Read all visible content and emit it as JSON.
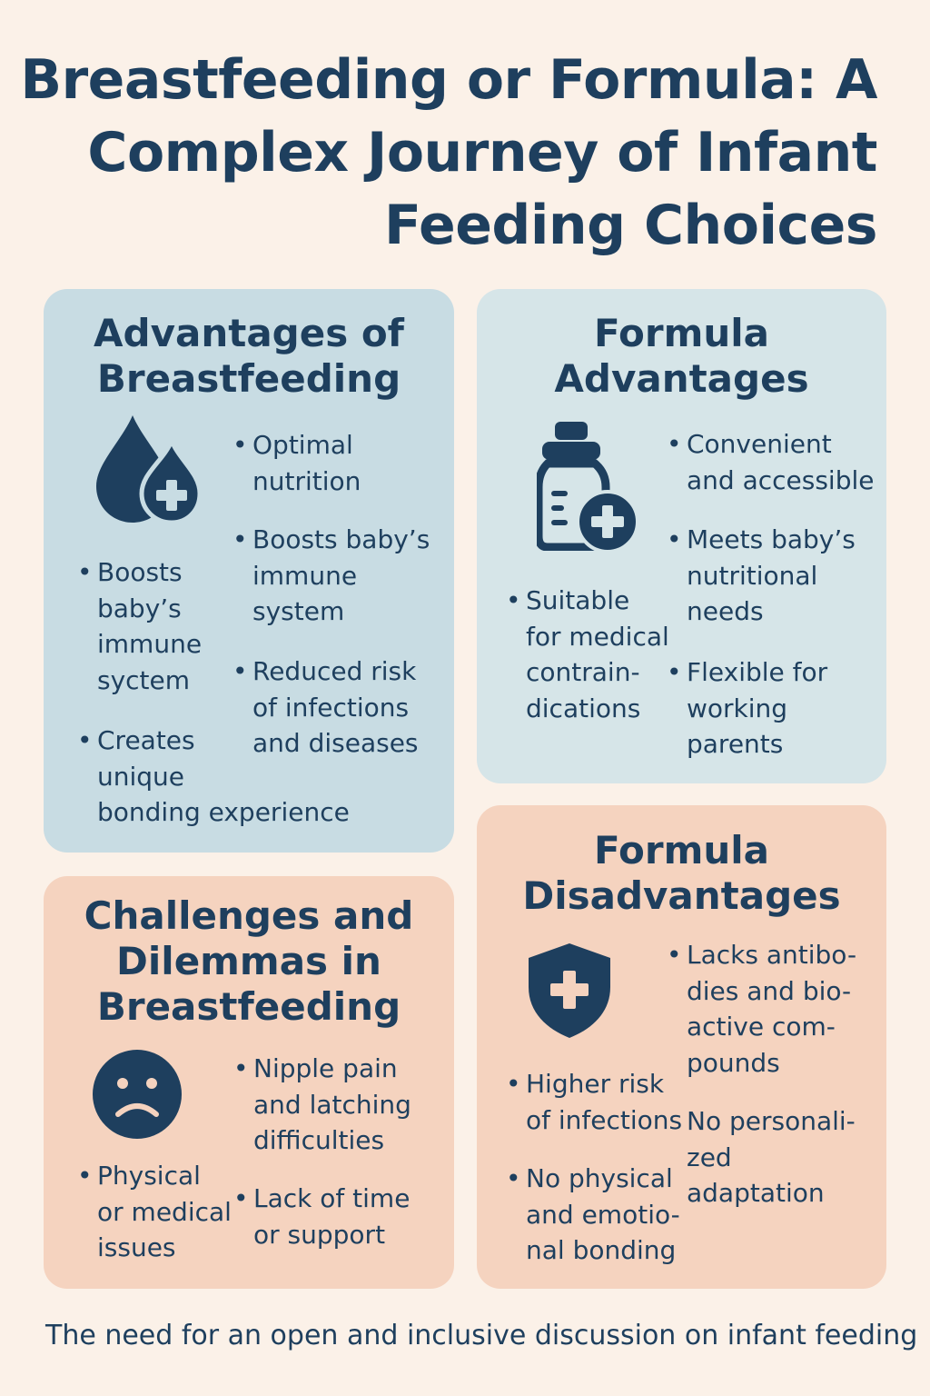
{
  "title": "Breastfeeding or Formula: A\nComplex Journey of Infant\nFeeding Choices",
  "sections": {
    "breastfeeding_advantages": {
      "heading": "Advantages of\nBreastfeeding",
      "icon": "milk-drop-plus-icon",
      "bullets": [
        "Optimal\nnutrition",
        "Boosts baby’s\nimmune\nsystem",
        "Reduced risk\nof infections\nand diseases",
        "Boosts\nbaby’s\nimmune\nsyctem",
        "Creates\nunique\nbonding experience"
      ]
    },
    "formula_advantages": {
      "heading": "Formula\nAdvantages",
      "icon": "baby-bottle-plus-icon",
      "bullets": [
        "Convenient\nand accessible",
        "Meets baby’s\nnutritional\nneeds",
        "Flexible for\nworking\nparents",
        "Suitable\nfor medical\ncontrain-\ndications"
      ]
    },
    "breastfeeding_challenges": {
      "heading": "Challenges and\nDilemmas in\nBreastfeeding",
      "icon": "sad-face-icon",
      "bullets": [
        "Nipple pain\nand latching\ndifficulties",
        "Lack of time\nor support",
        "Physical\nor medical\nissues"
      ]
    },
    "formula_disadvantages": {
      "heading": "Formula\nDisadvantages",
      "icon": "shield-plus-icon",
      "bullets": [
        "Lacks antibo-\ndies and bio-\nactive com-\npounds",
        "No personali-\nzed\nadaptation",
        "Higher risk\nof infections",
        "No physical\nand emotio-\nnal bonding"
      ]
    }
  },
  "footer": "The need for an open and inclusive discussion on infant feeding",
  "colors": {
    "text": "#1e3f5e",
    "background": "#fbf1e8",
    "blue_card": "#c8dce3",
    "light_blue_card": "#d6e5e8",
    "peach_card": "#f5d3bf"
  }
}
